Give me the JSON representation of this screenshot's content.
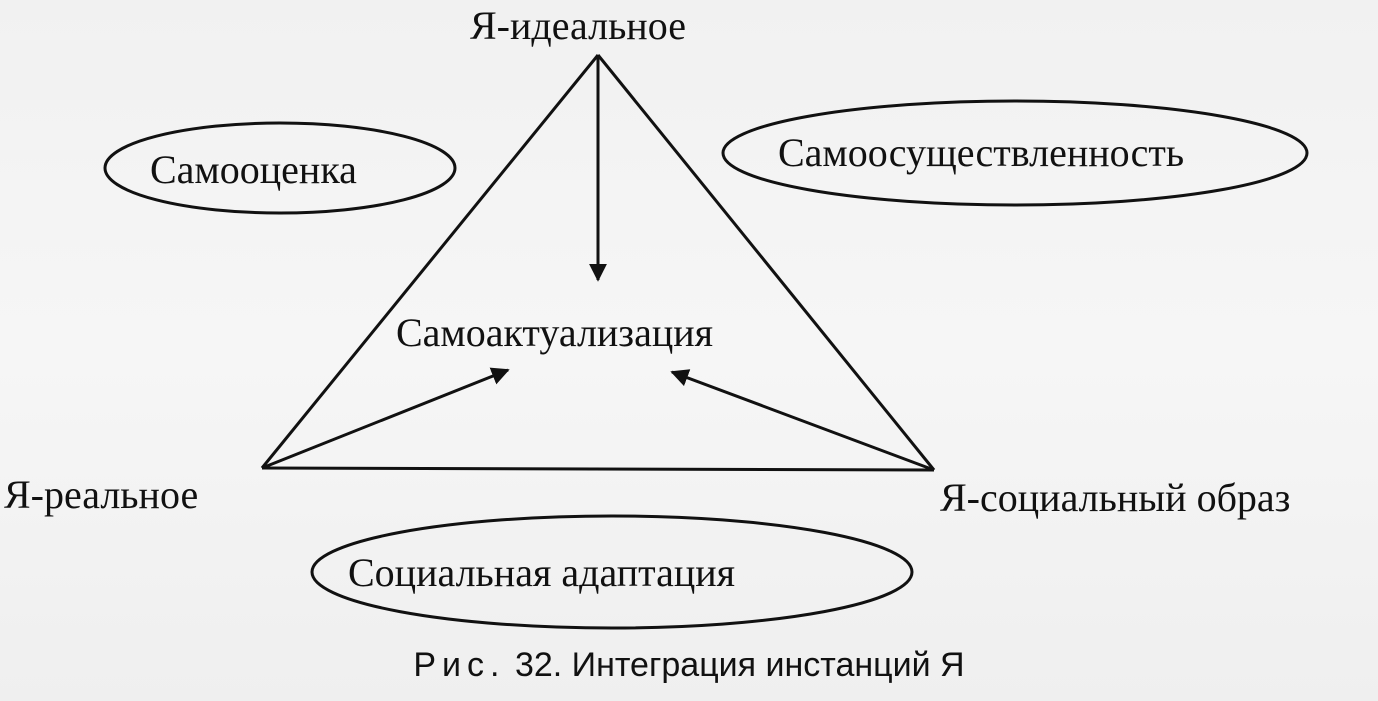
{
  "nodes": {
    "ideal": "Я-идеальное",
    "real": "Я-реальное",
    "social_image": "Я-социальный образ",
    "center": "Самоактуализация"
  },
  "ellipses": {
    "self_esteem": "Самооценка",
    "self_realization": "Самоосуществленность",
    "social_adaptation": "Социальная адаптация"
  },
  "caption": {
    "prefix": "Рис.",
    "number": "32.",
    "text": "Интеграция инстанций Я"
  },
  "colors": {
    "stroke": "#111111",
    "background": "#f4f4f4",
    "text": "#111111"
  }
}
